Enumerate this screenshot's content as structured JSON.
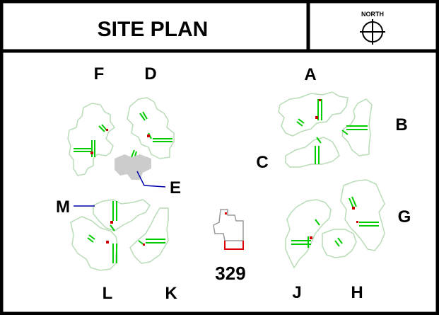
{
  "title": "SITE PLAN",
  "north_label": "NORTH",
  "north_icon": "north-arrow-compass-icon",
  "center_building_number": "329",
  "building_labels": [
    "F",
    "D",
    "A",
    "B",
    "C",
    "E",
    "M",
    "G",
    "L",
    "K",
    "J",
    "H"
  ],
  "colors": {
    "outline": "#000000",
    "building_outline": "#b8dcb8",
    "corridor": "#00cc00",
    "door": "#cc0000",
    "leader_line": "#0000aa",
    "existing_building_fill": "#cccccc",
    "center_building_outline": "#999999",
    "center_building_red": "#dd0000"
  }
}
